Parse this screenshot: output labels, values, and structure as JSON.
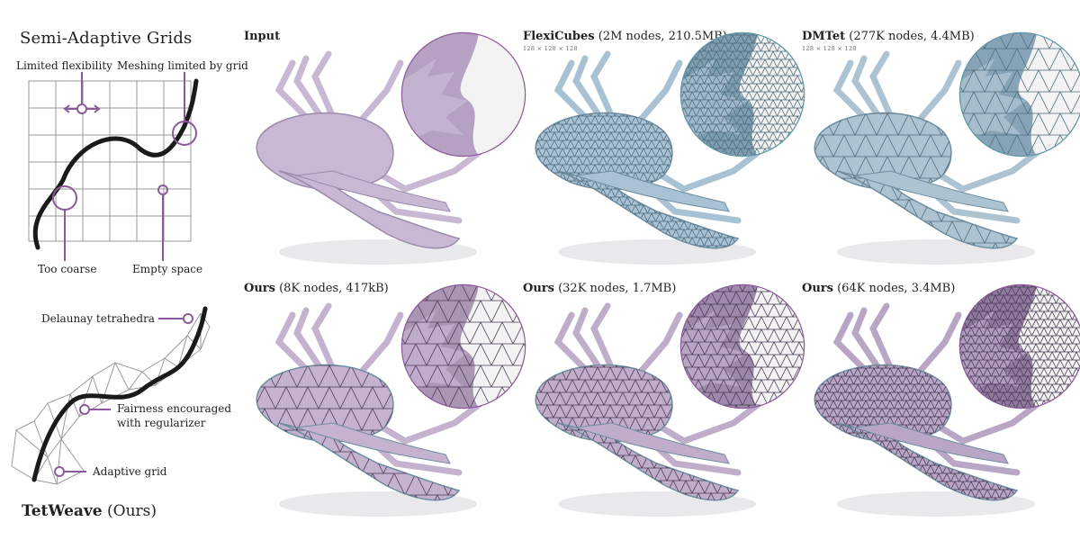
{
  "left": {
    "grid_title": "Semi-Adaptive Grids",
    "limited_flexibility": "Limited flexibility",
    "meshing_limited": "Meshing limited by grid",
    "too_coarse": "Too coarse",
    "empty_space": "Empty space",
    "delaunay": "Delaunay tetrahedra",
    "fairness_line1": "Fairness encouraged",
    "fairness_line2": "with regularizer",
    "adaptive_grid": "Adaptive grid",
    "tetweave_name": "TetWeave",
    "tetweave_suffix": " (Ours)"
  },
  "panels": [
    {
      "name": "Input",
      "detail": "",
      "res": "",
      "mesh": "smooth",
      "color": "#c8b8d3",
      "ring": "#8c5a9a",
      "zoom": "#b5a2c2"
    },
    {
      "name": "FlexiCubes",
      "detail": " (2M nodes, 210.5MB)",
      "res": "128 × 128 × 128",
      "mesh": "dense",
      "color": "#a9c2d3",
      "ring": "#5f97a8",
      "zoom": "#7e9daf"
    },
    {
      "name": "DMTet",
      "detail": " (277K nodes, 4.4MB)",
      "res": "128 × 128 × 128",
      "mesh": "coarse",
      "color": "#aec3d2",
      "ring": "#5f97a8",
      "zoom": "#86a4b6"
    },
    {
      "name": "Ours",
      "detail": " (8K nodes, 417kB)",
      "res": "",
      "mesh": "coarse",
      "color": "#c4b2cf",
      "ring": "#8c5a9a",
      "zoom": "#a896b3"
    },
    {
      "name": "Ours",
      "detail": " (32K nodes, 1.7MB)",
      "res": "",
      "mesh": "medium",
      "color": "#bfadc9",
      "ring": "#8c5a9a",
      "zoom": "#9d89aa"
    },
    {
      "name": "Ours",
      "detail": " (64K nodes, 3.4MB)",
      "res": "",
      "mesh": "dense",
      "color": "#b8a6c4",
      "ring": "#8c5a9a",
      "zoom": "#8f7a9e"
    }
  ],
  "colors": {
    "accent": "#8c5a9a",
    "curve": "#1a1a1a",
    "grid": "#999999"
  }
}
